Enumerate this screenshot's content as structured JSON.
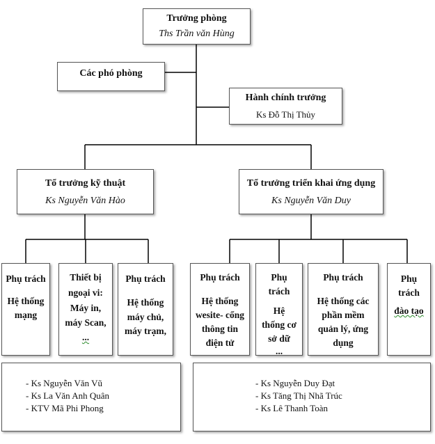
{
  "head": {
    "title": "Trưởng phòng",
    "name": "Ths Trần văn Hùng"
  },
  "deputy": {
    "title": "Các phó phòng"
  },
  "admin": {
    "title": "Hành chính trưởng",
    "name": "Ks Đỗ Thị Thủy"
  },
  "tech_lead": {
    "title": "Tổ trưởng kỹ thuật",
    "name": "Ks Nguyễn Văn Hào"
  },
  "app_lead": {
    "title": "Tổ trưởng triển khai ứng dụng",
    "name": "Ks Nguyễn Văn Duy"
  },
  "units": [
    {
      "title": "Phụ trách",
      "lines": [
        "Hệ thống",
        "mạng"
      ]
    },
    {
      "title": "Thiết bị",
      "lines": [
        "ngoại vi:",
        "Máy in,",
        "máy Scan,",
        "..."
      ]
    },
    {
      "title": "Phụ trách",
      "lines": [
        "Hệ thống",
        "máy chủ,",
        "máy trạm,"
      ]
    },
    {
      "title": "Phụ trách",
      "lines": [
        "Hệ thống",
        "wesite- cổng",
        "thông tin",
        "điện tử"
      ]
    },
    {
      "title": "Phụ",
      "lines": [
        "trách",
        "Hệ",
        "thống cơ",
        "sở dữ",
        "..."
      ]
    },
    {
      "title": "Phụ trách",
      "lines": [
        "Hệ thống các",
        "phần mềm",
        "quản lý, ứng",
        "dụng"
      ]
    },
    {
      "title": "Phụ",
      "lines": [
        "trách",
        "đào tạo"
      ]
    }
  ],
  "staff_left": [
    "- Ks Nguyễn Văn Vũ",
    "- Ks La Văn Anh Quân",
    "- KTV Mã Phi Phong"
  ],
  "staff_right": [
    "- Ks Nguyễn Duy Đạt",
    "- Ks Tăng Thị Nhã Trúc",
    "- Ks Lê Thanh Toàn"
  ]
}
